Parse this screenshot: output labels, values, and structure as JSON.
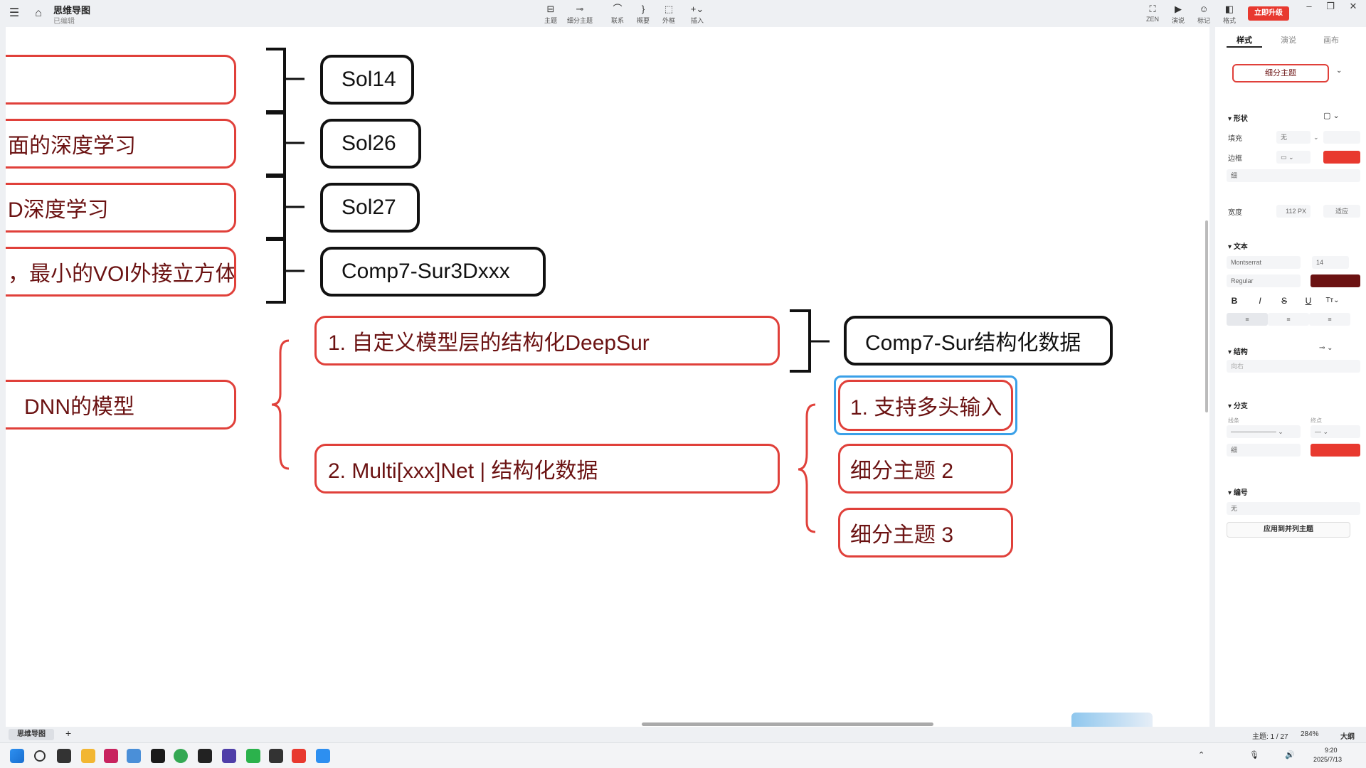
{
  "titlebar": {
    "doc_title": "思维导图",
    "doc_status": "已编辑",
    "tools": [
      {
        "label": "主题",
        "icon": "topic-icon"
      },
      {
        "label": "细分主题",
        "icon": "subtopic-icon"
      },
      {
        "label": "联系",
        "icon": "relationship-icon"
      },
      {
        "label": "概要",
        "icon": "summary-icon"
      },
      {
        "label": "外框",
        "icon": "boundary-icon"
      },
      {
        "label": "插入",
        "icon": "insert-icon"
      }
    ],
    "right_tools": [
      {
        "label": "ZEN",
        "icon": "zen-icon"
      },
      {
        "label": "演说",
        "icon": "present-icon"
      },
      {
        "label": "标记",
        "icon": "marker-icon"
      },
      {
        "label": "格式",
        "icon": "format-icon"
      }
    ],
    "upgrade_label": "立即升级"
  },
  "mindmap": {
    "left_nodes": [
      "",
      "面的深度学习",
      "D深度学习",
      "，最小的VOI外接立方体",
      "DNN的模型"
    ],
    "sol_nodes": [
      "Sol14",
      "Sol26",
      "Sol27",
      "Comp7-Sur3Dxxx"
    ],
    "branch_nodes": [
      "1. 自定义模型层的结构化DeepSur",
      "2. Multi[xxx]Net | 结构化数据"
    ],
    "deep_sur_child": "Comp7-Sur结构化数据",
    "multi_children": [
      "1. 支持多头输入",
      "细分主题 2",
      "细分主题 3"
    ],
    "selected_node": "1. 支持多头输入"
  },
  "panel": {
    "tabs": [
      "样式",
      "演说",
      "画布"
    ],
    "active_tab": "样式",
    "preview_label": "细分主题",
    "shape_section": "形状",
    "fill_label": "填充",
    "fill_value": "无",
    "border_label": "边框",
    "border_color": "#e8392f",
    "border_weight": "细",
    "width_label": "宽度",
    "width_value": "112",
    "width_unit": "PX",
    "fit_label": "适应",
    "text_section": "文本",
    "font_family": "Montserrat",
    "font_size": "14",
    "font_weight": "Regular",
    "text_color": "#6b1212",
    "structure_section": "结构",
    "structure_value": "向右",
    "branch_section": "分支",
    "line_label": "线条",
    "end_label": "终点",
    "branch_weight": "细",
    "branch_color": "#e8392f",
    "numbering_section": "编号",
    "numbering_value": "无",
    "apply_label": "应用到并列主题"
  },
  "statusbar": {
    "sheet_tab": "思维导图",
    "add_sheet": "+",
    "topic_count": "主题: 1 / 27",
    "zoom": "284%",
    "outline": "大纲"
  },
  "taskbar": {
    "time": "9:20",
    "date": "2025/7/13"
  },
  "colors": {
    "accent_red": "#e0403a",
    "dark_text": "#6b1212",
    "selection_blue": "#3aa0e8"
  }
}
